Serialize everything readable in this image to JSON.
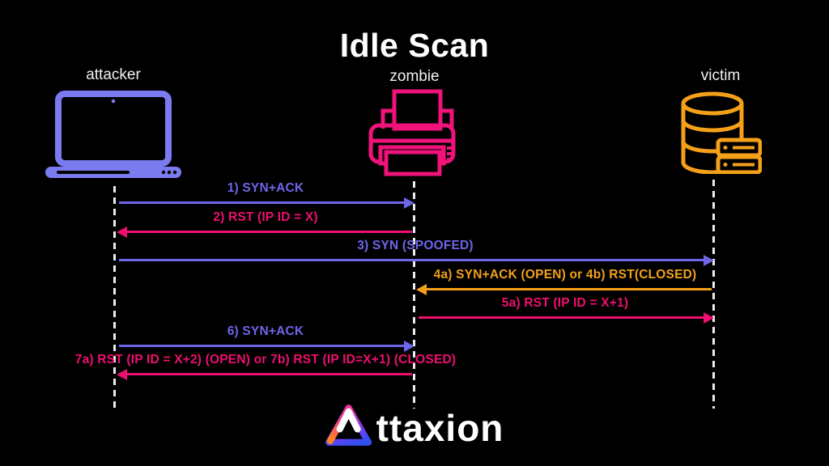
{
  "title": "Idle Scan",
  "actors": [
    {
      "name": "attacker",
      "icon": "laptop-icon",
      "color": "#7b7bf0"
    },
    {
      "name": "zombie",
      "icon": "printer-icon",
      "color": "#f1127a"
    },
    {
      "name": "victim",
      "icon": "database-icon",
      "color": "#f5a019"
    }
  ],
  "messages": [
    {
      "step": 1,
      "label": "1) SYN+ACK",
      "from": "attacker",
      "to": "zombie",
      "direction": "right",
      "color": "#6e66e8"
    },
    {
      "step": 2,
      "label": "2) RST (IP ID = X)",
      "from": "zombie",
      "to": "attacker",
      "direction": "left",
      "color": "#ee0f6f"
    },
    {
      "step": 3,
      "label": "3) SYN (SPOOFED)",
      "from": "attacker",
      "to": "victim",
      "direction": "right",
      "color": "#6e66e8"
    },
    {
      "step": 4,
      "label": "4a) SYN+ACK (OPEN) or 4b) RST(CLOSED)",
      "from": "victim",
      "to": "zombie",
      "direction": "left",
      "color": "#f2a119"
    },
    {
      "step": 5,
      "label": "5a) RST (IP ID = X+1)",
      "from": "zombie",
      "to": "victim",
      "direction": "right",
      "color": "#ee0f6f"
    },
    {
      "step": 6,
      "label": "6) SYN+ACK",
      "from": "attacker",
      "to": "zombie",
      "direction": "right",
      "color": "#6e66e8"
    },
    {
      "step": 7,
      "label": "7a) RST (IP ID = X+2) (OPEN) or 7b) RST (IP ID=X+1) (CLOSED)",
      "from": "zombie",
      "to": "attacker",
      "direction": "left",
      "color": "#ee0f6f"
    }
  ],
  "footer": {
    "brand": "Attaxion",
    "wordmark_tail": "ttaxion"
  },
  "palette": {
    "background": "#000000",
    "purple": "#6e66e8",
    "pink": "#ee0f6f",
    "orange": "#f2a119",
    "lifeline": "#ececec",
    "text": "#ffffff"
  }
}
